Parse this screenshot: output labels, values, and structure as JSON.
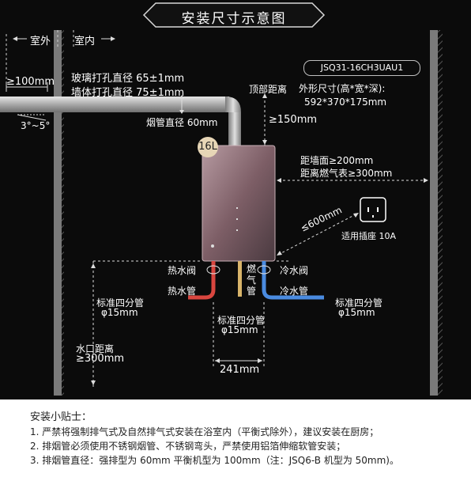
{
  "title": "安装尺寸示意图",
  "labels": {
    "outdoor": "室外",
    "indoor": "室内",
    "wall_dist": "≥100mm",
    "glass_hole": "玻璃打孔直径 65±1mm",
    "wall_hole": "墙体打孔直径 75±1mm",
    "slope": "3°~5°",
    "flue_dia": "烟管直径 60mm",
    "top_dist_label": "顶部距离",
    "top_dist_value": "≥150mm",
    "badge": "16L",
    "model": "JSQ31-16CH3UAU1",
    "dims_label": "外形尺寸(高*宽*深):",
    "dims_value": "592*370*175mm",
    "side_wall": "距墙面≥200mm",
    "side_gas": "距离燃气表≥300mm",
    "socket_dist": "≤600mm",
    "socket_label": "适用插座 10A",
    "hot_valve": "热水阀",
    "hot_pipe": "热水管",
    "gas_pipe": "燃气管",
    "cold_valve": "冷水阀",
    "cold_pipe": "冷水管",
    "std_pipe": "标准四分管",
    "pipe_dia": "φ15mm",
    "water_dist_label": "水口距离",
    "water_dist_value": "≥300mm",
    "bottom_width": "241mm"
  },
  "tips": {
    "heading": "安装小贴士：",
    "items": [
      "1. 严禁将强制排气式及自然排气式安装在浴室内（平衡式除外），建议安装在厨房；",
      "2. 排烟管必须使用不锈钢烟管、不锈钢弯头，严禁使用铝箔伸缩软管安装；",
      "3. 排烟管直径：强排型为 60mm 平衡机型为 100mm（注：JSQ6-B 机型为 50mm)。"
    ]
  },
  "colors": {
    "background": "#0b0b0b",
    "hot_pipe": "#d9463f",
    "cold_pipe": "#4a8be0",
    "gas_pipe": "#d8b46a",
    "wall": "#7a7a7a",
    "heater": "#8d6f78"
  }
}
